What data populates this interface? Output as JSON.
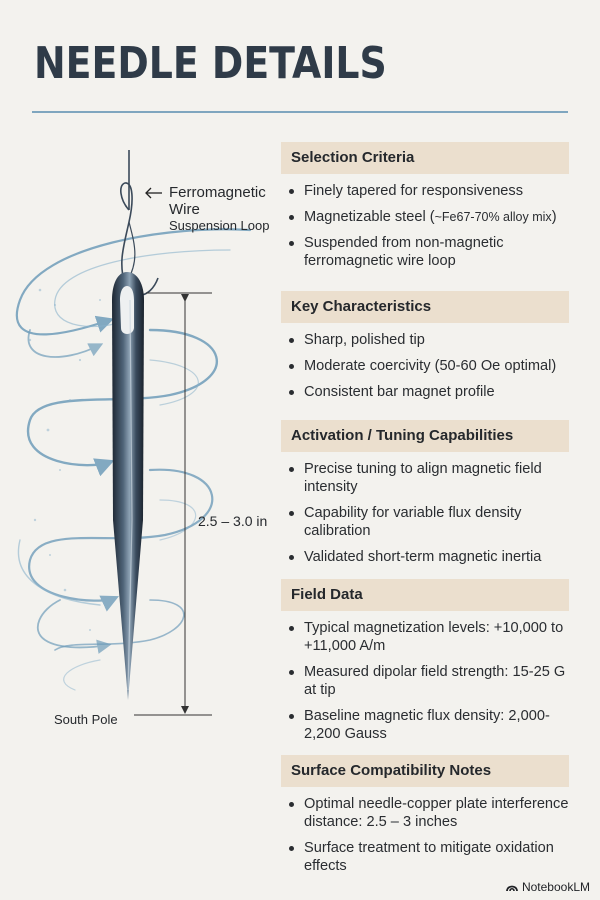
{
  "title": "NEEDLE DETAILS",
  "illustration": {
    "labels": {
      "wire": "Ferromagnetic\nWire",
      "loop": "Suspension Loop",
      "length": "2.5 – 3.0 in",
      "pole": "South Pole"
    },
    "icons": [
      "suspension-wire",
      "needle",
      "magnetic-flux-swirl",
      "length-dimension-line"
    ]
  },
  "sections": {
    "selection": {
      "heading": "Selection Criteria",
      "items": [
        "Finely tapered for responsiveness",
        "Magnetizable steel (",
        "~Fe67-70% alloy mix",
        ")",
        "Suspended from non-magnetic ferromagnetic wire loop"
      ]
    },
    "key": {
      "heading": "Key Characteristics",
      "items": [
        "Sharp, polished tip",
        "Moderate coercivity (50-60 Oe optimal)",
        "Consistent bar magnet profile"
      ]
    },
    "activation": {
      "heading": "Activation / Tuning Capabilities",
      "items": [
        "Precise tuning to align magnetic field intensity",
        "Capability for variable flux density calibration",
        "Validated short-term magnetic inertia"
      ]
    },
    "field": {
      "heading": "Field Data",
      "items": [
        "Typical magnetization levels: +10,000 to +11,000 A/m",
        "Measured dipolar field strength: 15-25 G at tip",
        "Baseline magnetic flux density: 2,000-2,200 Gauss"
      ]
    },
    "surface": {
      "heading": "Surface Compatibility Notes",
      "items": [
        "Optimal needle-copper plate interference distance: 2.5 – 3 inches",
        "Surface treatment to mitigate oxidation effects"
      ]
    }
  },
  "footer": {
    "brand": "NotebookLM"
  },
  "colors": {
    "background": "#f3f2ee",
    "title": "#2f3b48",
    "section_header": "#ebdfce",
    "flux_arrows": "#6f9dba",
    "needle": "#2e3d4e"
  }
}
